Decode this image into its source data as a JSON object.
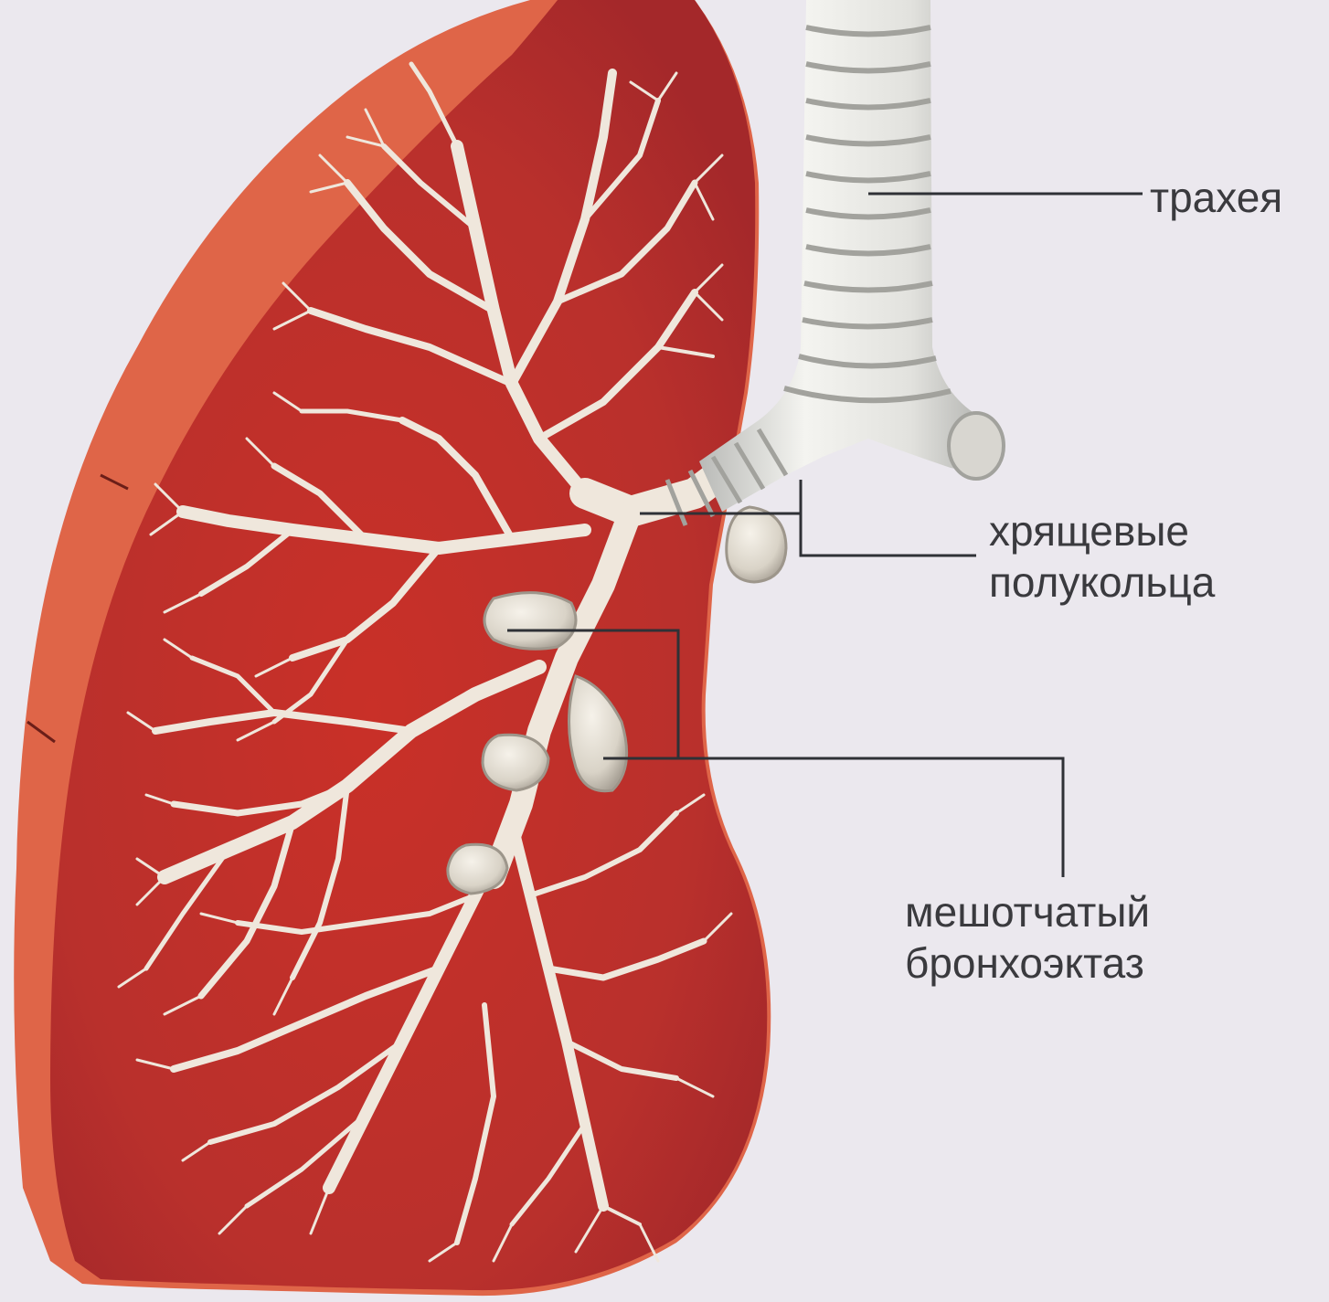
{
  "labels": {
    "trachea": "трахея",
    "cartilage_line1": "хрящевые",
    "cartilage_line2": "полукольца",
    "bronchiectasis_line1": "мешотчатый",
    "bronchiectasis_line2": "бронхоэктаз"
  },
  "colors": {
    "background": "#ebe8ee",
    "lung_surface": "#c0302a",
    "lung_edge": "#e06a4e",
    "bronchi": "#efe7dc",
    "trachea": "#e4e3de",
    "leader_lines": "#2f3136",
    "label_text": "#3a3a3e"
  }
}
